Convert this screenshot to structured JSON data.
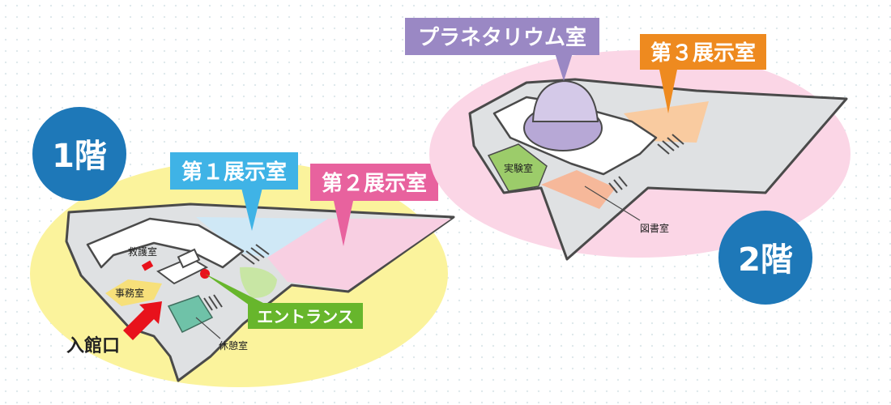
{
  "floor1": {
    "badge": "1階",
    "exhibit1": "第１展示室",
    "exhibit2": "第２展示室",
    "entrance": "エントランス",
    "first_aid": "救護室",
    "office": "事務室",
    "lounge": "休憩室",
    "entry": "入館口"
  },
  "floor2": {
    "badge": "2階",
    "planetarium": "プラネタリウム室",
    "exhibit3": "第３展示室",
    "lab": "実験室",
    "library": "図書室"
  },
  "colors": {
    "badge_blue": "#1e78b8",
    "floor1_zone": "#fbf39c",
    "floor2_zone": "#fbd6e6",
    "exhibit1_blue": "#3fb3e6",
    "exhibit2_pink": "#e8629e",
    "entrance_green": "#67b62c",
    "planetarium_purple": "#9a88c4",
    "exhibit3_orange": "#ee8a1f",
    "office_yellow": "#f7e07a",
    "entry_arrow_red": "#e8121c",
    "wall_gray": "#dfe1e3",
    "wall_stroke": "#4a4a4a"
  }
}
